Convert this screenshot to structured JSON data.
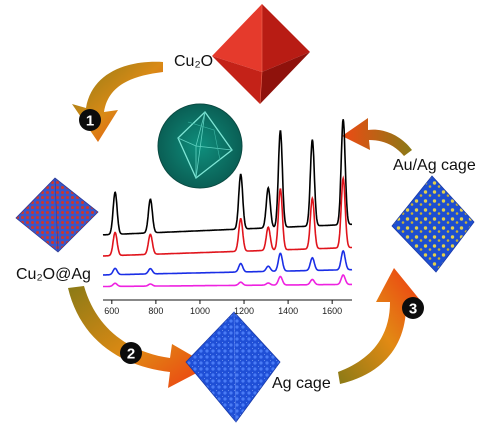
{
  "materials": {
    "cu2o": "Cu₂O",
    "cu2o_ag": "Cu₂O@Ag",
    "ag_cage": "Ag cage",
    "au_ag_cage": "Au/Ag cage"
  },
  "steps": [
    "1",
    "2",
    "3"
  ],
  "icons": {
    "step_badge": "black-circle-number",
    "arrow": "curved-arrow-orange-gradient",
    "crystal": "octahedron"
  },
  "colors": {
    "cu2o_crystal": "#d42a1e",
    "sem_inset_bg": "#0d7d6e",
    "ag_cage_crystal": "#1f4fd6",
    "arrow_start": "#8a7a16",
    "arrow_end": "#ee3a12"
  },
  "chart_data": {
    "type": "line",
    "xlabel": "",
    "ylabel": "",
    "xlim": [
      560,
      1690
    ],
    "x_ticks": [
      600,
      800,
      1000,
      1200,
      1400,
      1600
    ],
    "x_tick_labels": [
      "600",
      "800",
      "1000",
      "1200",
      "1400",
      "1600"
    ],
    "grid": false,
    "peaks_cm1": [
      615,
      775,
      1185,
      1310,
      1365,
      1510,
      1650
    ],
    "series": [
      {
        "color": "#000000",
        "baseline": 0.58,
        "slope": 0.1,
        "heights": [
          0.4,
          0.32,
          0.52,
          0.38,
          0.92,
          0.82,
          1.0
        ]
      },
      {
        "color": "#e0141c",
        "baseline": 0.38,
        "slope": 0.08,
        "heights": [
          0.22,
          0.19,
          0.31,
          0.22,
          0.58,
          0.48,
          0.66
        ]
      },
      {
        "color": "#1a2ee6",
        "baseline": 0.2,
        "slope": 0.05,
        "heights": [
          0.06,
          0.05,
          0.08,
          0.05,
          0.17,
          0.12,
          0.18
        ]
      },
      {
        "color": "#ee22e0",
        "baseline": 0.09,
        "slope": 0.02,
        "heights": [
          0.03,
          0.02,
          0.03,
          0.02,
          0.08,
          0.05,
          0.09
        ]
      }
    ]
  }
}
